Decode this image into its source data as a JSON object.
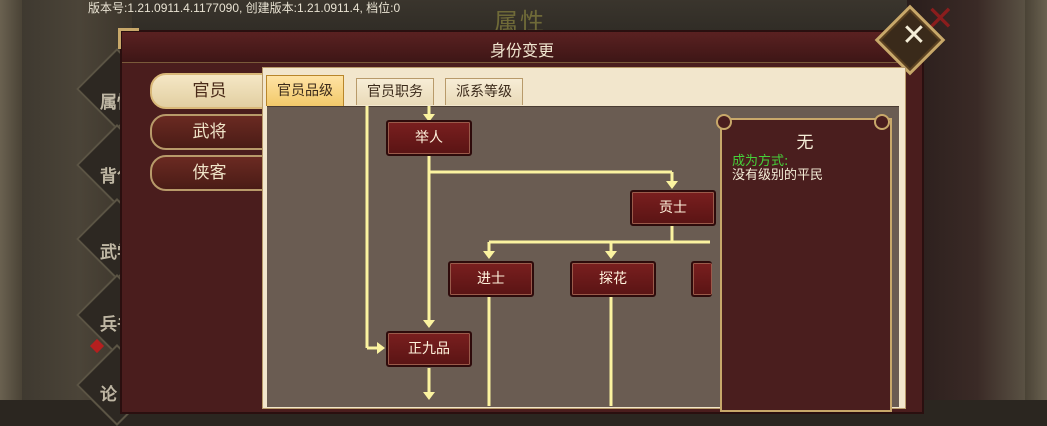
{
  "version_info": "版本号:1.21.0911.4.1177090, 创建版本:1.21.0911.4, 档位:0",
  "background": {
    "title": "属性",
    "close_icon": "x-icon",
    "tabs": [
      {
        "label": "属性"
      },
      {
        "label": "背包"
      },
      {
        "label": "武学"
      },
      {
        "label": "兵书"
      },
      {
        "label": "论"
      }
    ]
  },
  "window": {
    "title": "身份变更",
    "close_icon": "close-x-icon"
  },
  "categories": [
    {
      "label": "官员",
      "active": true
    },
    {
      "label": "武将",
      "active": false
    },
    {
      "label": "侠客",
      "active": false
    }
  ],
  "tabs": [
    {
      "label": "官员品级",
      "active": true
    },
    {
      "label": "官员职务",
      "active": false
    },
    {
      "label": "派系等级",
      "active": false
    }
  ],
  "tree": {
    "nodes": [
      {
        "id": "juren",
        "label": "举人"
      },
      {
        "id": "gongshi",
        "label": "贡士"
      },
      {
        "id": "jinshi",
        "label": "进士"
      },
      {
        "id": "tanhua",
        "label": "探花"
      },
      {
        "id": "partial",
        "label": ""
      },
      {
        "id": "zhengjiupin",
        "label": "正九品"
      }
    ]
  },
  "info": {
    "name": "无",
    "method_label": "成为方式:",
    "method_text": "没有级别的平民"
  },
  "colors": {
    "accent_gold": "#c8a86a",
    "node_red": "#7a1f1f",
    "line_yellow": "#fbf3a0",
    "method_green": "#46d03a"
  }
}
